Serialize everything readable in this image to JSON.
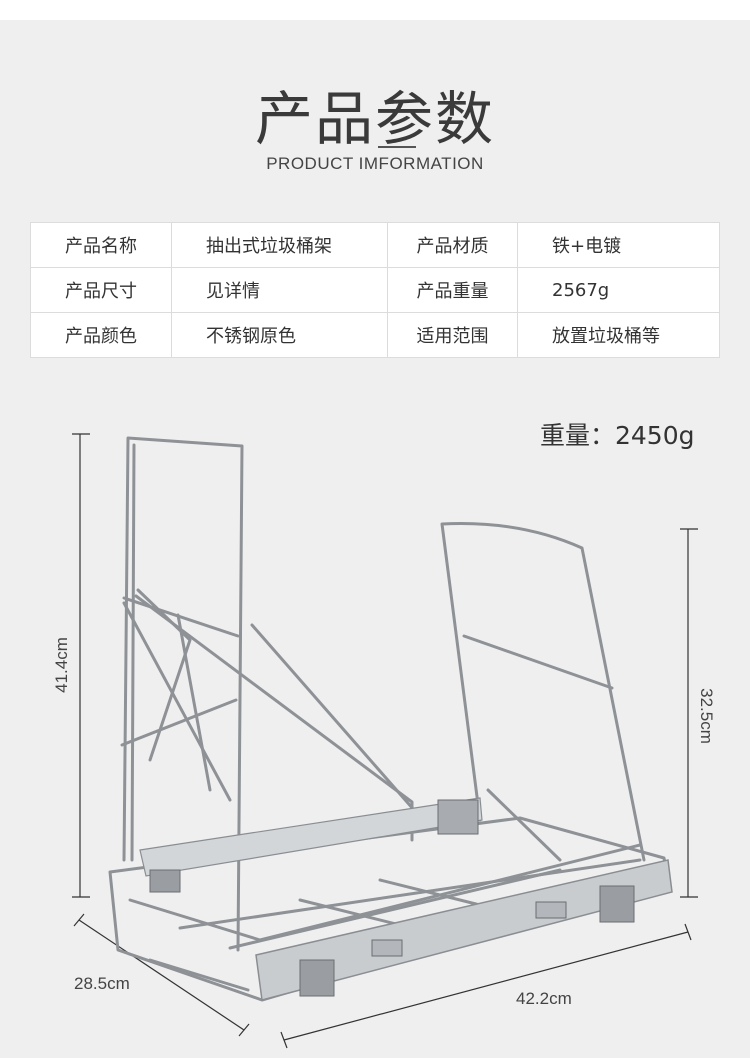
{
  "header": {
    "title_cn": "产品参数",
    "title_en": "PRODUCT IMFORMATION"
  },
  "specs": {
    "rows": [
      [
        {
          "label": "产品名称",
          "value": "抽出式垃圾桶架"
        },
        {
          "label": "产品材质",
          "value": "铁+电镀"
        }
      ],
      [
        {
          "label": "产品尺寸",
          "value": "见详情"
        },
        {
          "label": "产品重量",
          "value": "2567g"
        }
      ],
      [
        {
          "label": "产品颜色",
          "value": "不锈钢原色"
        },
        {
          "label": "适用范围",
          "value": "放置垃圾桶等"
        }
      ]
    ]
  },
  "weight_note": "重量：2450g",
  "dimensions": {
    "height_left": "41.4cm",
    "height_right": "32.5cm",
    "depth": "28.5cm",
    "width": "42.2cm"
  },
  "colors": {
    "background": "#efefef",
    "table_bg": "#ffffff",
    "table_border": "#dcdcdc",
    "wire": "#8e9296",
    "rail": "#c9cccf"
  }
}
